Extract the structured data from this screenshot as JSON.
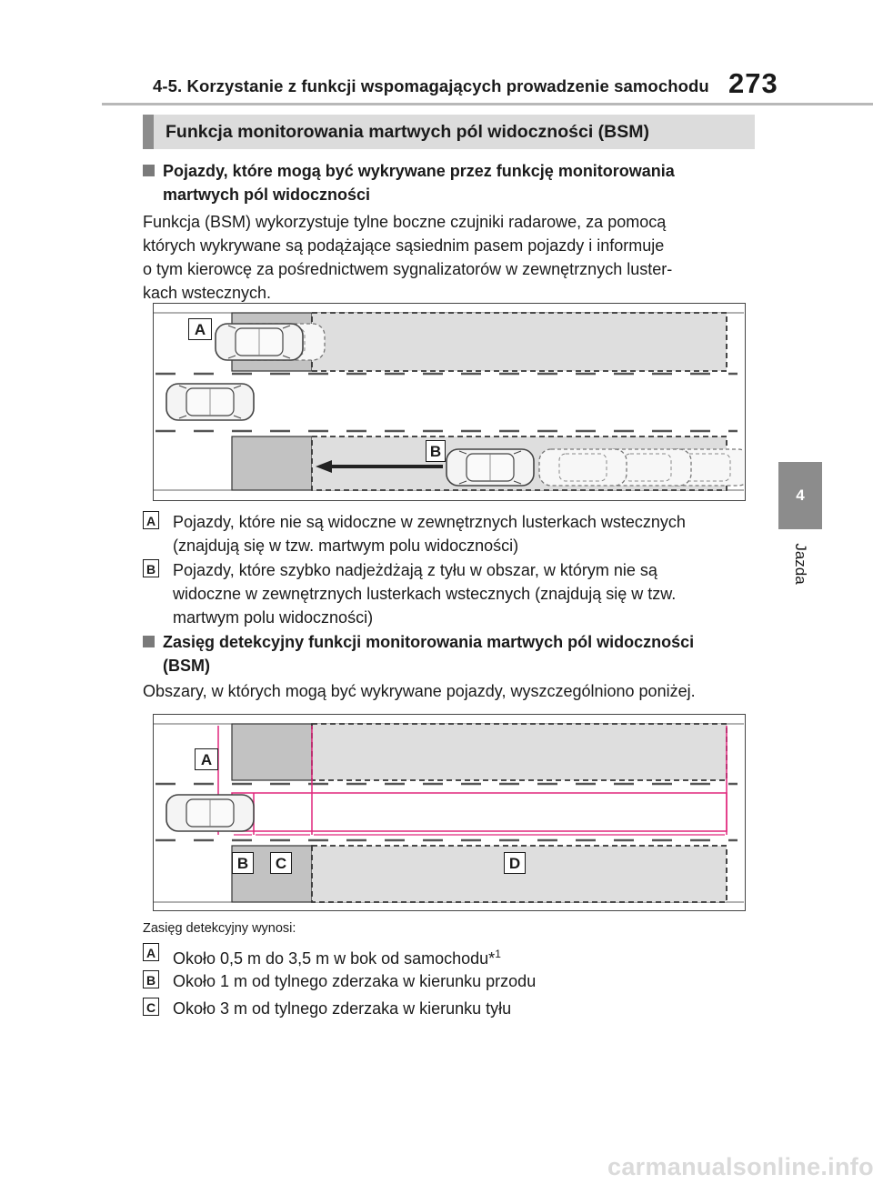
{
  "header": {
    "title": "4-5. Korzystanie z funkcji wspomagających prowadzenie samochodu",
    "page_number": "273"
  },
  "side_tab": {
    "chapter_number": "4",
    "chapter_label": "Jazda"
  },
  "section": {
    "title": "Funkcja monitorowania martwych pól widoczności (BSM)"
  },
  "sub1": {
    "heading_line1": "Pojazdy, które mogą być wykrywane przez funkcję monitorowania",
    "heading_line2": "martwych pól widoczności",
    "paragraph_lines": [
      "Funkcja (BSM) wykorzystuje tylne boczne czujniki radarowe, za pomocą",
      "których wykrywane są podążające sąsiednim pasem pojazdy i informuje",
      "o tym kierowcę za pośrednictwem sygnalizatorów w zewnętrznych luster-",
      "kach wstecznych."
    ]
  },
  "diagram1": {
    "label_a": "A",
    "label_b": "B"
  },
  "legend1": [
    {
      "key": "A",
      "lines": [
        "Pojazdy, które nie są widoczne w zewnętrznych lusterkach wstecznych",
        "(znajdują się w tzw. martwym polu widoczności)"
      ]
    },
    {
      "key": "B",
      "lines": [
        "Pojazdy, które szybko nadjeżdżają z tyłu w obszar, w którym nie są",
        "widoczne w zewnętrznych lusterkach wstecznych (znajdują się w tzw.",
        "martwym polu widoczności)"
      ]
    }
  ],
  "sub2": {
    "heading_line1": "Zasięg detekcyjny funkcji monitorowania martwych pól widoczności",
    "heading_line2": "(BSM)",
    "paragraph": "Obszary, w których mogą być wykrywane pojazdy, wyszczególniono poniżej."
  },
  "diagram2": {
    "label_a": "A",
    "label_b": "B",
    "label_c": "C",
    "label_d": "D"
  },
  "caption": "Zasięg detekcyjny wynosi:",
  "legend2": [
    {
      "key": "A",
      "text": "Około 0,5 m do 3,5 m w bok od samochodu*",
      "sup": "1"
    },
    {
      "key": "B",
      "text": "Około 1 m od tylnego zderzaka w kierunku przodu"
    },
    {
      "key": "C",
      "text": "Około 3 m od tylnego zderzaka w kierunku tyłu"
    }
  ],
  "watermark": "carmanualsonline.info",
  "colors": {
    "zone_dark": "#c2c2c2",
    "zone_light": "#dedede",
    "measure": "#e0267c",
    "tab": "#8c8c8c"
  }
}
